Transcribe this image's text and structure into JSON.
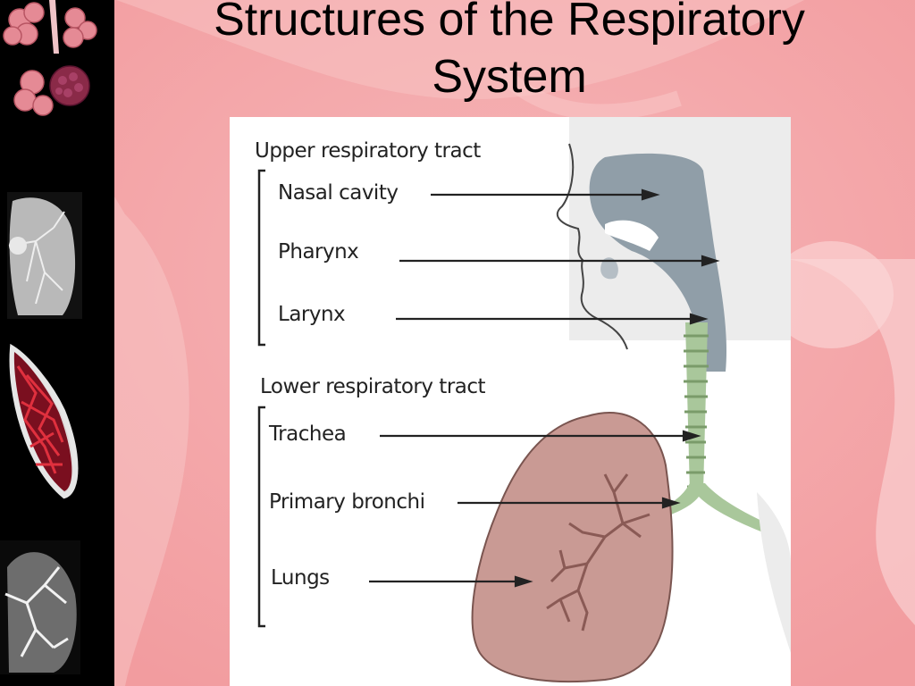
{
  "slide": {
    "title_line1": "Structures of the Respiratory",
    "title_line2": "System"
  },
  "diagram": {
    "upper_tract": "Upper respiratory tract",
    "upper_items": [
      "Nasal cavity",
      "Pharynx",
      "Larynx"
    ],
    "lower_tract": "Lower respiratory tract",
    "lower_items": [
      "Trachea",
      "Primary bronchi",
      "Lungs"
    ]
  }
}
